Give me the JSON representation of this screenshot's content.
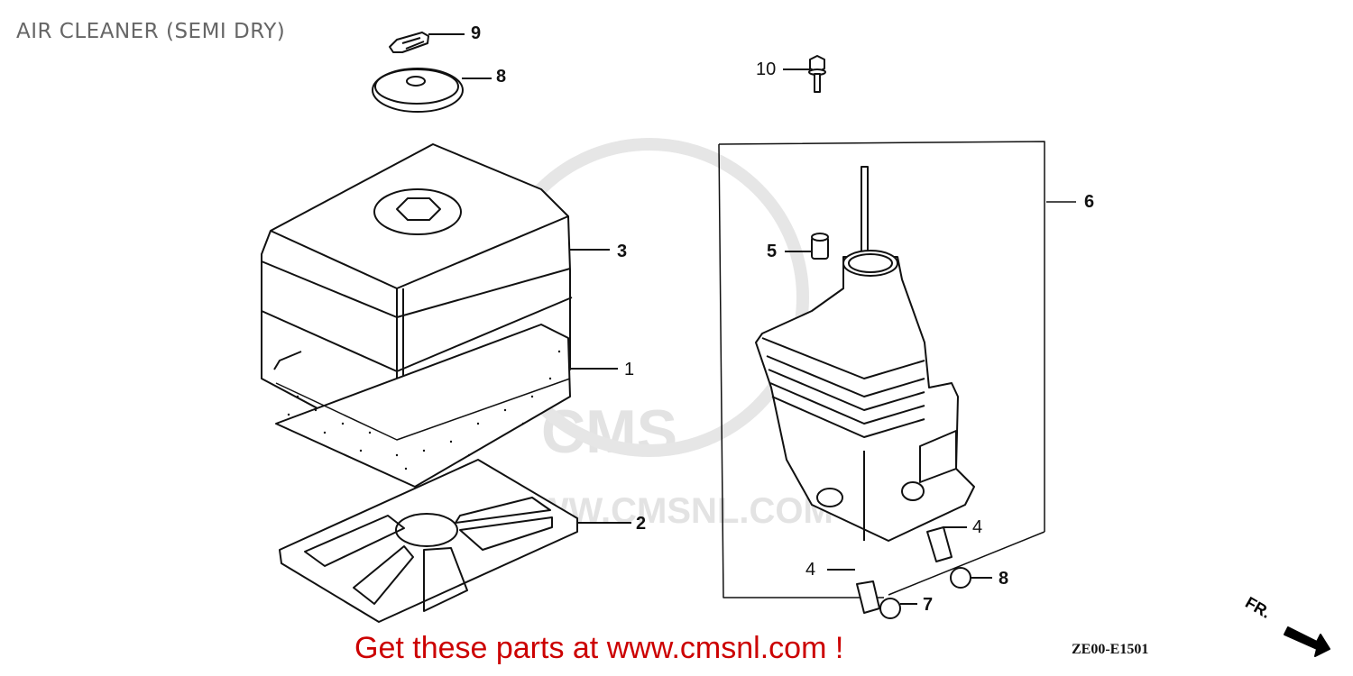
{
  "diagram": {
    "title": "AIR CLEANER (SEMI DRY)",
    "watermark": {
      "logo_text": "CMS",
      "url_text": "WWW.CMSNL.COM"
    },
    "callouts": [
      {
        "id": "1",
        "part": "air-cleaner-element"
      },
      {
        "id": "2",
        "part": "filter-grid-base"
      },
      {
        "id": "3",
        "part": "air-cleaner-cover"
      },
      {
        "id": "4",
        "part": "collar-a"
      },
      {
        "id": "4",
        "part": "collar-b"
      },
      {
        "id": "5",
        "part": "collar-top"
      },
      {
        "id": "6",
        "part": "air-cleaner-case-assembly"
      },
      {
        "id": "7",
        "part": "cover-plate"
      },
      {
        "id": "8",
        "part": "nut-a"
      },
      {
        "id": "8",
        "part": "nut-b"
      },
      {
        "id": "9",
        "part": "wing-bolt"
      },
      {
        "id": "10",
        "part": "flange-bolt"
      }
    ],
    "direction_label": "FR.",
    "drawing_code": "ZE00-E1501"
  },
  "footer": {
    "cta_text": "Get these parts at www.cmsnl.com !",
    "cta_color": "#cc0000"
  }
}
